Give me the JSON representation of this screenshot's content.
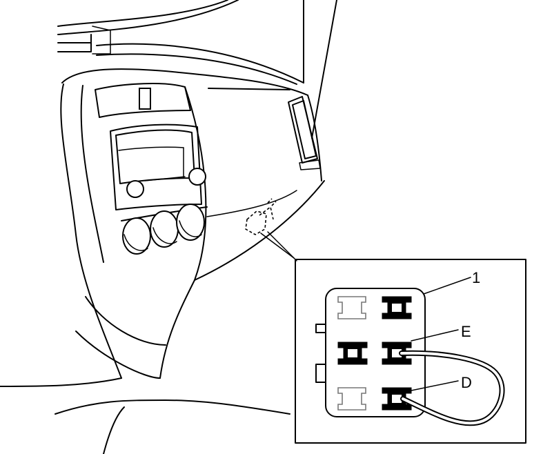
{
  "callouts": {
    "connector": "1",
    "terminal_e": "E",
    "terminal_d": "D"
  },
  "colors": {
    "line": "#000000",
    "background": "#ffffff",
    "empty_cavity": "#777777"
  }
}
